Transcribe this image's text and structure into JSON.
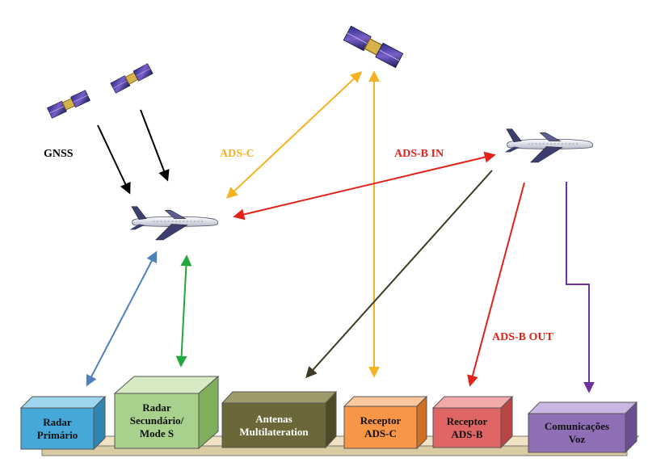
{
  "labels": {
    "gnss": "GNSS",
    "ads_c": "ADS-C",
    "ads_b_in": "ADS-B IN",
    "ads_b_out": "ADS-B OUT"
  },
  "boxes": {
    "radar_primario": [
      "Radar",
      "Primário"
    ],
    "radar_secundario": [
      "Radar",
      "Secundário/",
      "Mode S"
    ],
    "antenas": [
      "Antenas",
      "Multilateration"
    ],
    "receptor_adsc": [
      "Receptor",
      "ADS-C"
    ],
    "receptor_adsb": [
      "Receptor",
      "ADS-B"
    ],
    "comunicacoes": [
      "Comunicações",
      "Voz"
    ]
  },
  "colors": {
    "gnss_arrow": "#000000",
    "ads_c": "#f5b323",
    "ads_b": "#e2231a",
    "primary_radar_arrow": "#4f81bd",
    "secondary_radar_arrow": "#22a83a",
    "multilateration_arrow": "#3f3a22",
    "voice_arrow": "#7030a0",
    "box_radar_primario": "#45a8d8",
    "box_radar_secundario": "#a9d18e",
    "box_antenas": "#6b6738",
    "box_receptor_adsc": "#f79646",
    "box_receptor_adsb": "#e06666",
    "box_comunicacoes": "#8e6fb5"
  },
  "icons": [
    "satellite-icon",
    "aircraft-icon"
  ]
}
